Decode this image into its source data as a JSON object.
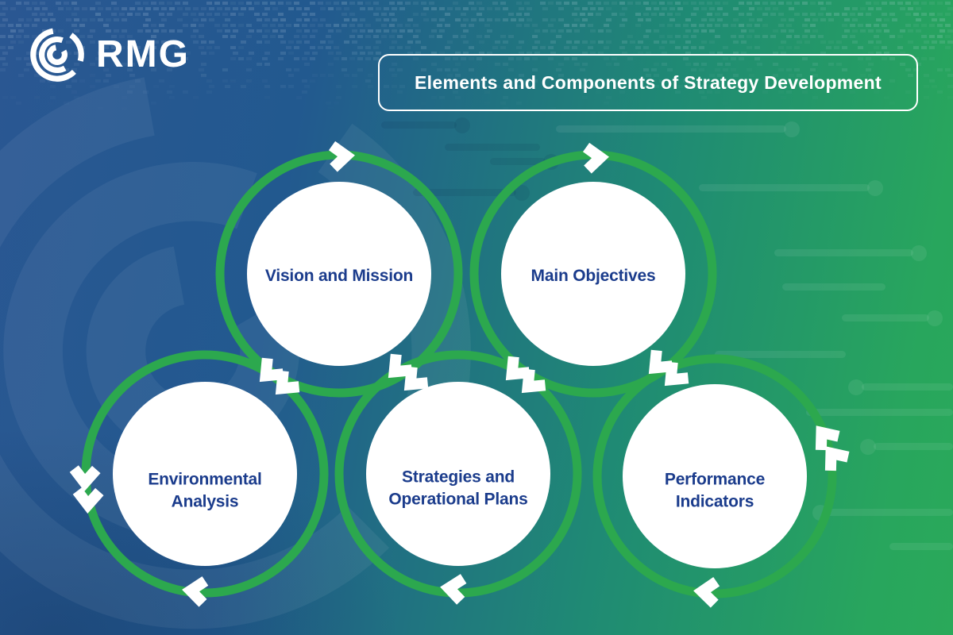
{
  "brand": {
    "name": "RMG"
  },
  "header": {
    "title": "Elements and Components of Strategy Development"
  },
  "diagram": {
    "type": "interlocking-cycle-diagram",
    "nodes": [
      {
        "label": "Vision and Mission"
      },
      {
        "label": "Main Objectives"
      },
      {
        "label": "Environmental Analysis"
      },
      {
        "label": "Strategies and Operational Plans"
      },
      {
        "label": "Performance Indicators"
      }
    ]
  },
  "icons": {
    "logo": "rmg-spiral-logo-icon",
    "flow_arrows": "chevron-arrow-icon"
  },
  "colors": {
    "ring_green": "#2ca84e",
    "label_navy": "#1b3c8c",
    "background_blue": "#27538e",
    "background_green": "#2aa95a",
    "node_fill": "#ffffff",
    "text_white": "#ffffff"
  }
}
